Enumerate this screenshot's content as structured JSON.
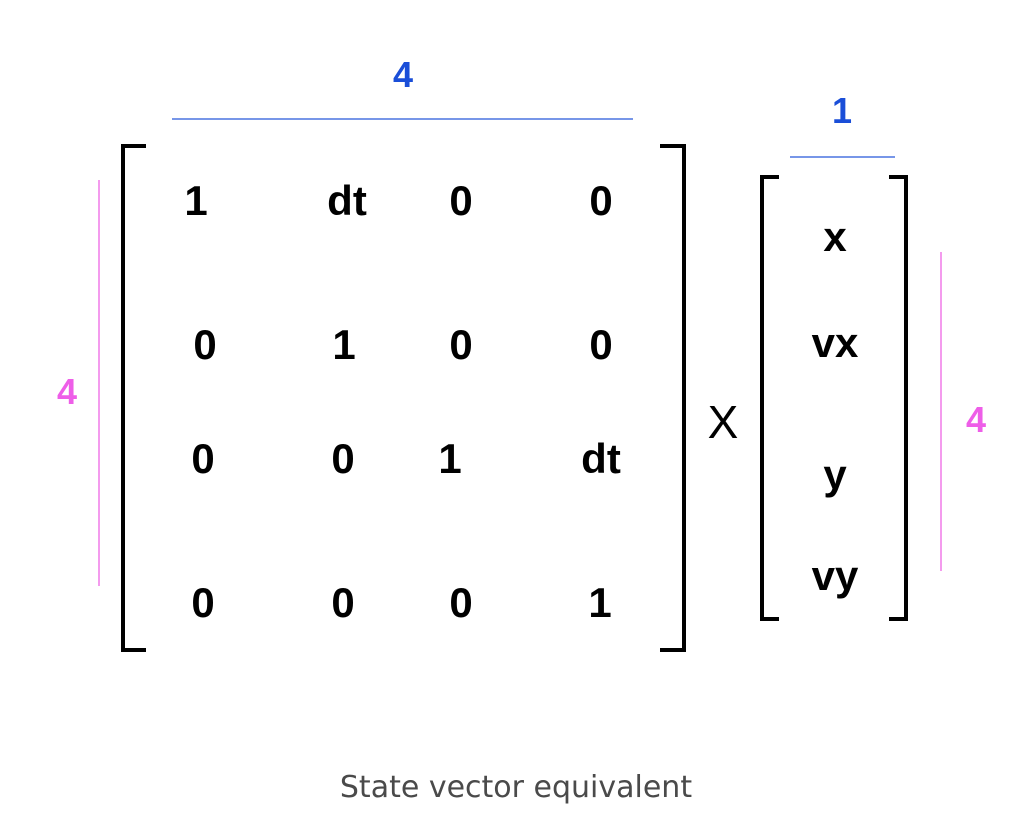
{
  "colors": {
    "columns": "#1a4ed8",
    "rows": "#ee5ee8",
    "text": "#000000",
    "caption": "#4a4a4a",
    "blue_line": "#4a74e0",
    "pink_line": "#f07ae8"
  },
  "matrix": {
    "rows": [
      [
        "1",
        "dt",
        "0",
        "0"
      ],
      [
        "0",
        "1",
        "0",
        "0"
      ],
      [
        "0",
        "0",
        "1",
        "dt"
      ],
      [
        "0",
        "0",
        "0",
        "1"
      ]
    ],
    "columns_label": "4",
    "rows_label": "4"
  },
  "operator": "X",
  "vector": {
    "entries": [
      "x",
      "vx",
      "y",
      "vy"
    ],
    "columns_label": "1",
    "rows_label": "4"
  },
  "caption": "State vector equivalent"
}
